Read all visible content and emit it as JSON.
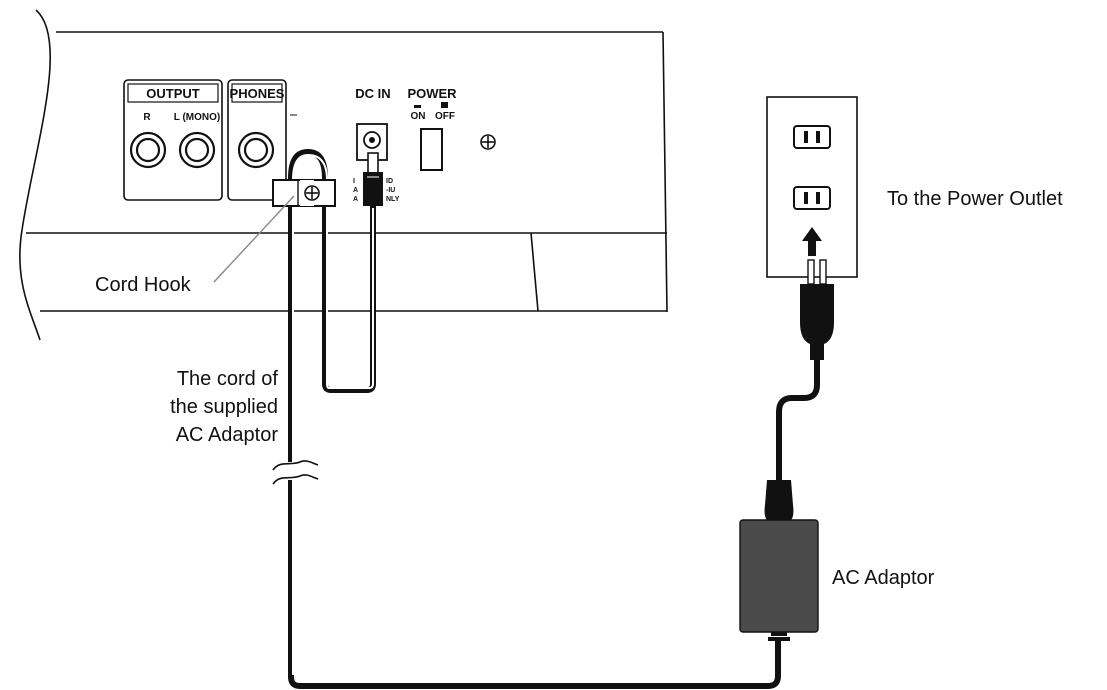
{
  "panel": {
    "output_title": "OUTPUT",
    "output_r": "R",
    "output_l": "L (MONO)",
    "phones_title": "PHONES",
    "dc_in": "DC IN",
    "power_title": "POWER",
    "power_on": "ON",
    "power_off": "OFF",
    "dc_fine_left": [
      "I",
      "A",
      "A"
    ],
    "dc_fine_right": [
      "ID",
      "-IU",
      "NLY"
    ]
  },
  "labels": {
    "cord_hook": "Cord Hook",
    "cord_desc": [
      "The cord of",
      "the supplied",
      "AC Adaptor"
    ],
    "ac_adaptor": "AC Adaptor",
    "power_outlet": "To the Power Outlet"
  },
  "colors": {
    "line": "#111111",
    "adaptor_body": "#4a4a4a",
    "leader": "#888888",
    "background": "#ffffff"
  }
}
